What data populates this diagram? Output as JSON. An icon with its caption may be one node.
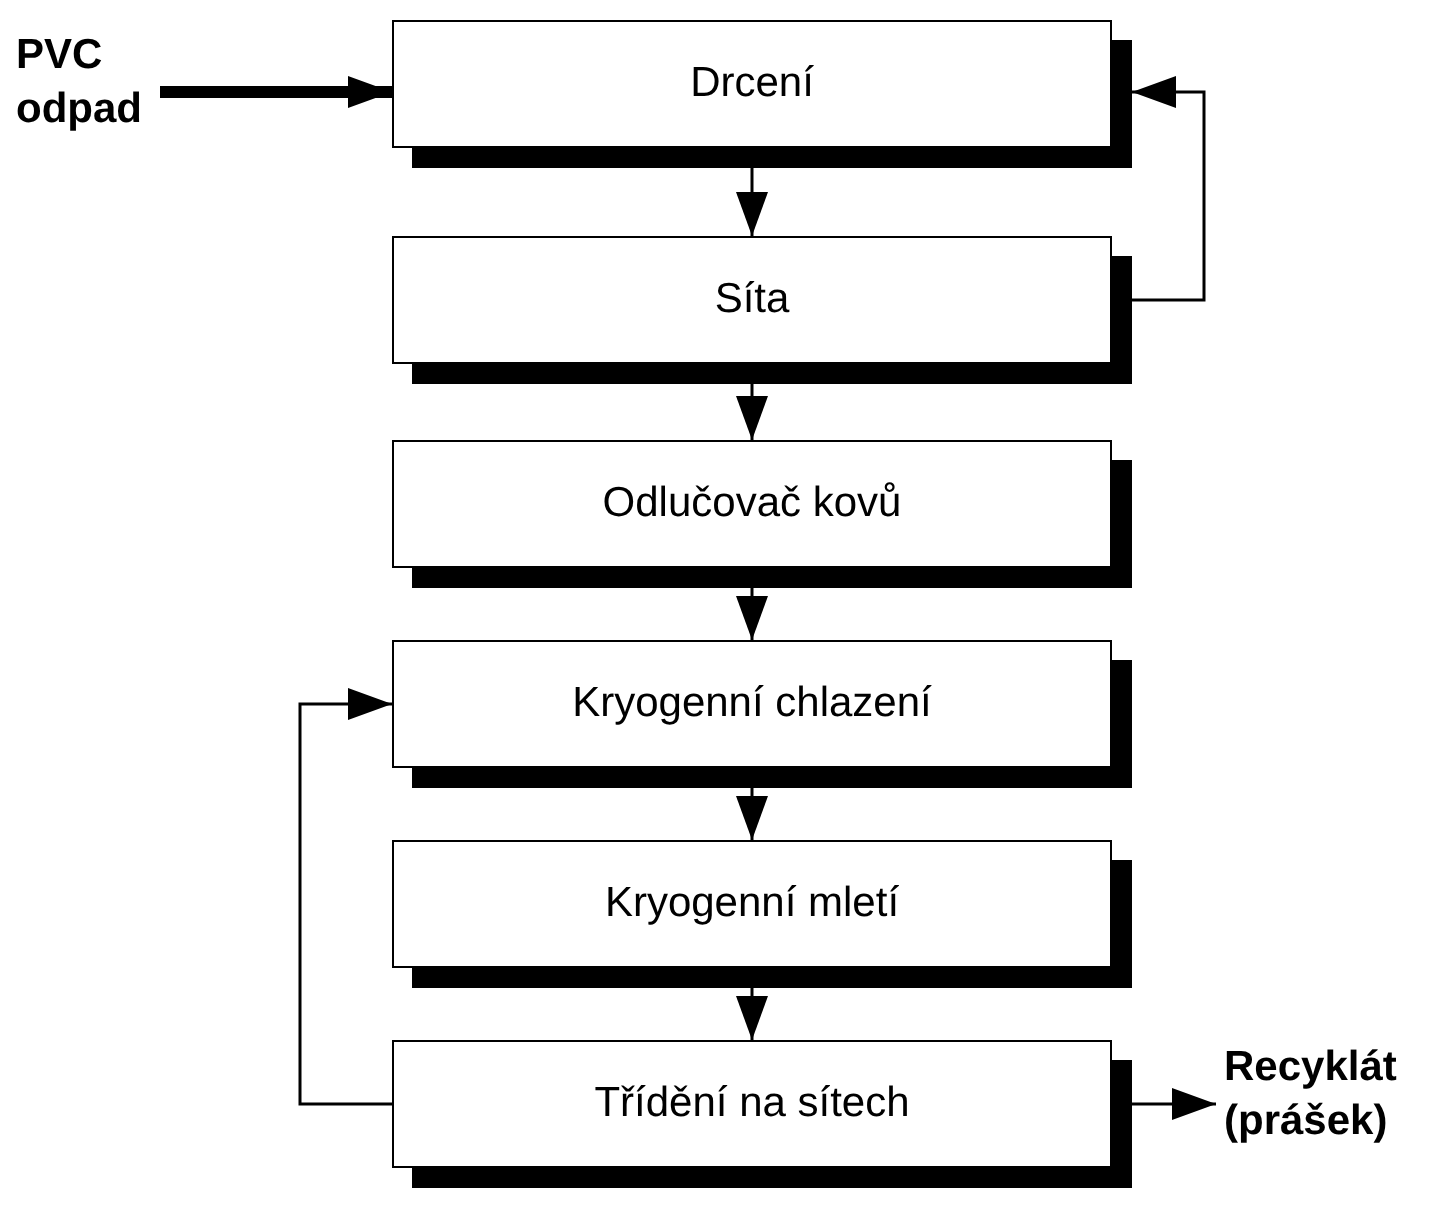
{
  "diagram": {
    "nodes": [
      {
        "text": [
          "PVC odpad"
        ]
      },
      {
        "text": [
          "Drcení"
        ]
      },
      {
        "text": [
          "Síta"
        ]
      },
      {
        "text": [
          "Odlučovač kovů"
        ]
      },
      {
        "text": [
          "Kryogenní chlazení"
        ]
      },
      {
        "text": [
          "Kryogenní mletí"
        ]
      },
      {
        "text": [
          "Třídění na sítech"
        ]
      },
      {
        "text": [
          "Recyklát (prášek)"
        ]
      }
    ],
    "edges": [
      {
        "from": 0,
        "to": 1,
        "arrow": "to",
        "style": "thick"
      },
      {
        "from": 1,
        "to": 2,
        "arrow": "to"
      },
      {
        "from": 2,
        "to": 3,
        "arrow": "to"
      },
      {
        "from": 3,
        "to": 4,
        "arrow": "to"
      },
      {
        "from": 4,
        "to": 5,
        "arrow": "to"
      },
      {
        "from": 5,
        "to": 6,
        "arrow": "to"
      },
      {
        "from": 2,
        "to": 1,
        "arrow": "to"
      },
      {
        "from": 6,
        "to": 4,
        "arrow": "to"
      },
      {
        "from": 6,
        "to": 7,
        "arrow": "to"
      }
    ]
  }
}
